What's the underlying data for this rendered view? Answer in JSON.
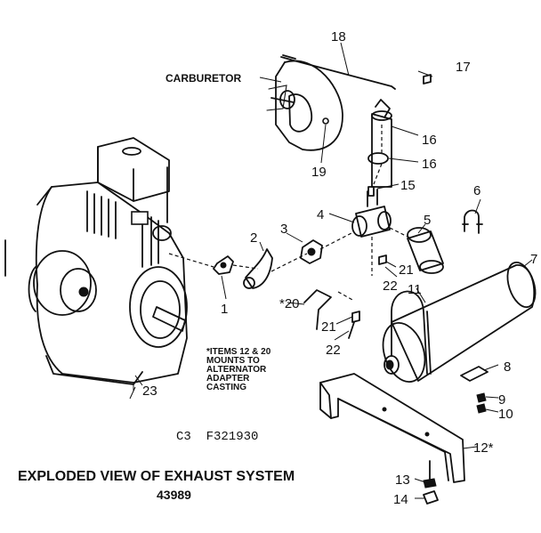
{
  "diagram": {
    "title": "EXPLODED VIEW OF EXHAUST SYSTEM",
    "model_number": "43989",
    "drawing_code": "C3  F321930",
    "carburetor_label": "CARBURETOR",
    "note_lines": [
      "*ITEMS 12 & 20",
      "MOUNTS TO",
      "ALTERNATOR",
      "ADAPTER",
      "CASTING"
    ],
    "callouts": {
      "c1": "1",
      "c2": "2",
      "c3": "3",
      "c4": "4",
      "c5": "5",
      "c6": "6",
      "c7": "7",
      "c8": "8",
      "c9": "9",
      "c10": "10",
      "c11": "11",
      "c12": "12*",
      "c13": "13",
      "c14": "14",
      "c15": "15",
      "c16a": "16",
      "c16b": "16",
      "c17": "17",
      "c18": "18",
      "c19": "19",
      "c20": "*20",
      "c21a": "21",
      "c21b": "21",
      "c22a": "22",
      "c22b": "22",
      "c23": "23"
    }
  }
}
